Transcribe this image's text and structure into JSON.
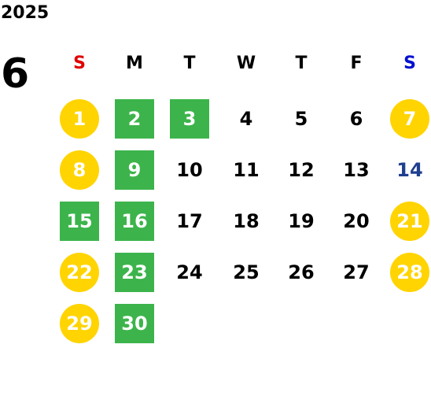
{
  "calendar": {
    "year": "2025",
    "month": "6",
    "weekdays": [
      "S",
      "M",
      "T",
      "W",
      "T",
      "F",
      "S"
    ],
    "weekday_colors": [
      "#e00000",
      "#000000",
      "#000000",
      "#000000",
      "#000000",
      "#000000",
      "#0010d0"
    ],
    "legend_colors": {
      "green": "#3cb44b",
      "yellow": "#ffd400",
      "blue_text": "#1f3f8f"
    },
    "days": [
      {
        "label": "1",
        "style": "yellow"
      },
      {
        "label": "2",
        "style": "green"
      },
      {
        "label": "3",
        "style": "green"
      },
      {
        "label": "4",
        "style": "plain"
      },
      {
        "label": "5",
        "style": "plain"
      },
      {
        "label": "6",
        "style": "plain"
      },
      {
        "label": "7",
        "style": "yellow"
      },
      {
        "label": "8",
        "style": "yellow"
      },
      {
        "label": "9",
        "style": "green"
      },
      {
        "label": "10",
        "style": "plain"
      },
      {
        "label": "11",
        "style": "plain"
      },
      {
        "label": "12",
        "style": "plain"
      },
      {
        "label": "13",
        "style": "plain"
      },
      {
        "label": "14",
        "style": "blue"
      },
      {
        "label": "15",
        "style": "green"
      },
      {
        "label": "16",
        "style": "green"
      },
      {
        "label": "17",
        "style": "plain"
      },
      {
        "label": "18",
        "style": "plain"
      },
      {
        "label": "19",
        "style": "plain"
      },
      {
        "label": "20",
        "style": "plain"
      },
      {
        "label": "21",
        "style": "yellow"
      },
      {
        "label": "22",
        "style": "yellow"
      },
      {
        "label": "23",
        "style": "green"
      },
      {
        "label": "24",
        "style": "plain"
      },
      {
        "label": "25",
        "style": "plain"
      },
      {
        "label": "26",
        "style": "plain"
      },
      {
        "label": "27",
        "style": "plain"
      },
      {
        "label": "28",
        "style": "yellow"
      },
      {
        "label": "29",
        "style": "yellow"
      },
      {
        "label": "30",
        "style": "green"
      }
    ]
  }
}
